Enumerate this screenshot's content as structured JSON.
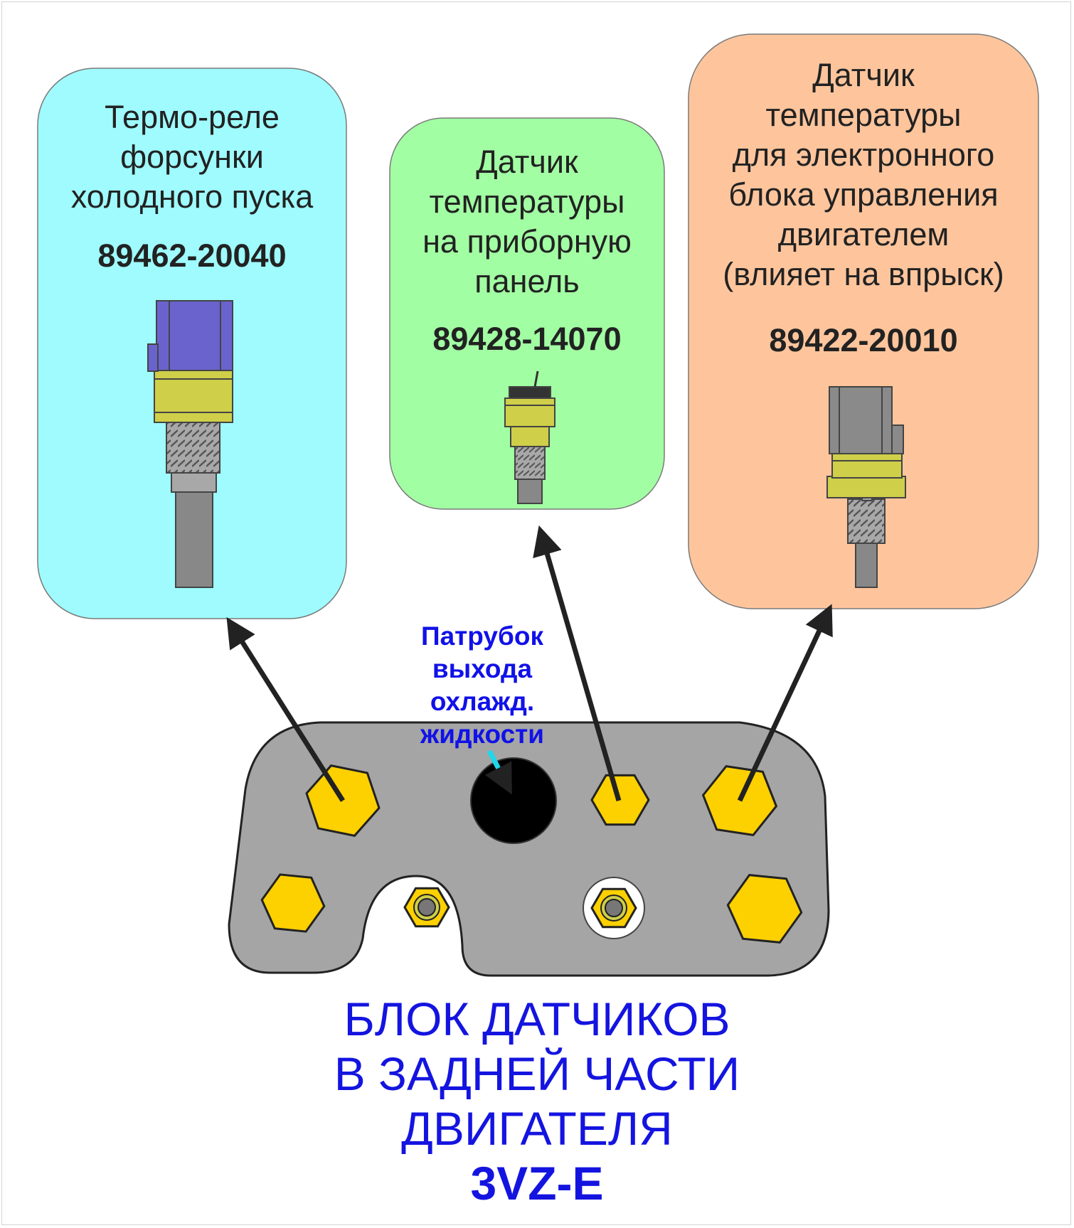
{
  "colors": {
    "card_cyan": "#9ffbfd",
    "card_green": "#a2fea3",
    "card_orange": "#fec59d",
    "block_gray": "#a5a5a5",
    "hex_yellow": "#fdd000",
    "label_blue": "#1111e8",
    "title_blue": "#1414e0",
    "outlet_arrow": "#1ed8ec"
  },
  "cards": [
    {
      "id": "cold-start-relay",
      "lines": [
        "Термо-реле",
        "форсунки",
        "холодного пуска"
      ],
      "part_number": "89462-20040",
      "icon": "thermo-relay-sensor-icon"
    },
    {
      "id": "dash-temp-sensor",
      "lines": [
        "Датчик",
        "температуры",
        "на приборную",
        "панель"
      ],
      "part_number": "89428-14070",
      "icon": "gauge-temp-sender-icon"
    },
    {
      "id": "ecu-temp-sensor",
      "lines": [
        "Датчик",
        "температуры",
        "для электронного",
        "блока управления",
        "двигателем",
        "(влияет на впрыск)"
      ],
      "part_number": "89422-20010",
      "icon": "ecu-coolant-sensor-icon"
    }
  ],
  "outlet_label": [
    "Патрубок",
    "выхода",
    "охлажд.",
    "жидкости"
  ],
  "title": [
    "БЛОК ДАТЧИКОВ",
    "В ЗАДНЕЙ ЧАСТИ",
    "ДВИГАТЕЛЯ"
  ],
  "model": "3VZ-E"
}
